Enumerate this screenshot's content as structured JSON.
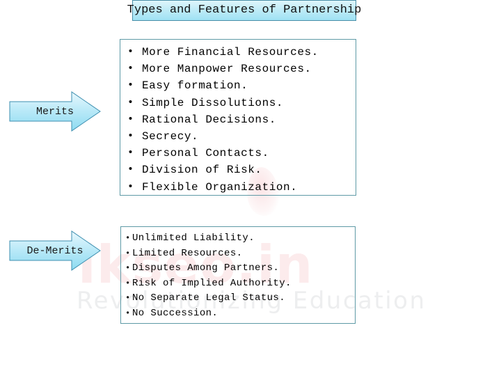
{
  "slide": {
    "title": "Types and Features of Partnership",
    "background_color": "#ffffff"
  },
  "watermark": {
    "domain_text": "lkseo.in",
    "tagline_text": "Revolutionizing Education",
    "domain_color": "#ee8086",
    "tagline_color": "#969ba0"
  },
  "sections": [
    {
      "arrow_label": "Merits",
      "arrow_name": "merits-arrow",
      "items": [
        "More Financial Resources.",
        "More Manpower Resources.",
        "Easy formation.",
        "Simple Dissolutions.",
        "Rational Decisions.",
        "Secrecy.",
        "Personal Contacts.",
        "Division of Risk.",
        "Flexible Organization."
      ]
    },
    {
      "arrow_label": "De-Merits",
      "arrow_name": "demerits-arrow",
      "items": [
        "Unlimited Liability.",
        "Limited Resources.",
        "Disputes Among Partners.",
        "Risk of Implied Authority.",
        "No Separate Legal Status.",
        "No Succession."
      ]
    }
  ],
  "bullet_glyph": "•",
  "colors": {
    "title_border": "#4a8fa8",
    "title_fill_top": "#dff6fb",
    "title_fill_bottom": "#9fe2f4",
    "box_border": "#5e9aa6",
    "arrow_border": "#3e8fb0",
    "arrow_fill_top": "#dff4fb",
    "arrow_fill_bottom": "#8fdcf2",
    "text": "#000000"
  }
}
